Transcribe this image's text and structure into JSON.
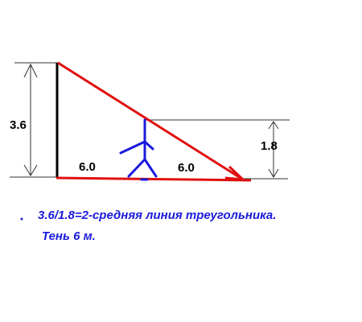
{
  "diagram": {
    "labels": {
      "pole_height": "3.6",
      "person_height": "1.8",
      "left_distance": "6.0",
      "shadow_length": "6.0"
    },
    "notes": {
      "line1": "3.6/1.8=2-средняя линия треугольника.",
      "line2": "Тень 6 м."
    },
    "colors": {
      "triangle": "#e01010",
      "person": "#1a1adc",
      "pole": "#000000",
      "dimension": "#333333",
      "text": "#1a1adc",
      "labels": "#000000"
    }
  }
}
